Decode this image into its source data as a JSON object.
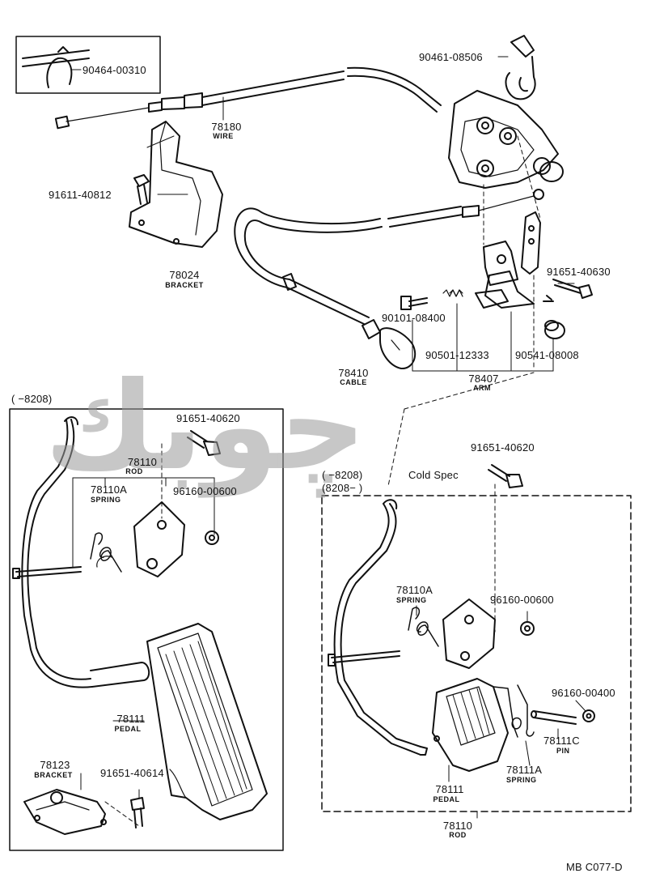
{
  "diagram": {
    "watermark": "ﭼﻮﺑﻚ",
    "footer_code": "MB C077-D",
    "section_left_note": "(      −8208)",
    "section_right_note_1": "(      −8208)",
    "section_right_cold": "Cold Spec",
    "section_right_note_2": "(8208−      )",
    "parts": [
      {
        "id": "p_90464",
        "number": "90464-00310",
        "name": ""
      },
      {
        "id": "p_78180",
        "number": "78180",
        "name": "WIRE"
      },
      {
        "id": "p_91611",
        "number": "91611-40812",
        "name": ""
      },
      {
        "id": "p_78024",
        "number": "78024",
        "name": "BRACKET"
      },
      {
        "id": "p_90461",
        "number": "90461-08506",
        "name": ""
      },
      {
        "id": "p_91651_630",
        "number": "91651-40630",
        "name": ""
      },
      {
        "id": "p_90101",
        "number": "90101-08400",
        "name": ""
      },
      {
        "id": "p_90501",
        "number": "90501-12333",
        "name": ""
      },
      {
        "id": "p_90541",
        "number": "90541-08008",
        "name": ""
      },
      {
        "id": "p_78407",
        "number": "78407",
        "name": "ARM"
      },
      {
        "id": "p_78410",
        "number": "78410",
        "name": "CABLE"
      },
      {
        "id": "p_91651_620a",
        "number": "91651-40620",
        "name": ""
      },
      {
        "id": "p_78110a",
        "number": "78110",
        "name": "ROD"
      },
      {
        "id": "p_78110Aa",
        "number": "78110A",
        "name": "SPRING"
      },
      {
        "id": "p_96160_600a",
        "number": "96160-00600",
        "name": ""
      },
      {
        "id": "p_78111a",
        "number": "78111",
        "name": "PEDAL"
      },
      {
        "id": "p_78123",
        "number": "78123",
        "name": "BRACKET"
      },
      {
        "id": "p_91651_614",
        "number": "91651-40614",
        "name": ""
      },
      {
        "id": "p_91651_620b",
        "number": "91651-40620",
        "name": ""
      },
      {
        "id": "p_78110Ab",
        "number": "78110A",
        "name": "SPRING"
      },
      {
        "id": "p_96160_600b",
        "number": "96160-00600",
        "name": ""
      },
      {
        "id": "p_96160_400",
        "number": "96160-00400",
        "name": ""
      },
      {
        "id": "p_78111C",
        "number": "78111C",
        "name": "PIN"
      },
      {
        "id": "p_78111b",
        "number": "78111",
        "name": "PEDAL"
      },
      {
        "id": "p_78111A",
        "number": "78111A",
        "name": "SPRING"
      },
      {
        "id": "p_78110b",
        "number": "78110",
        "name": "ROD"
      }
    ]
  }
}
